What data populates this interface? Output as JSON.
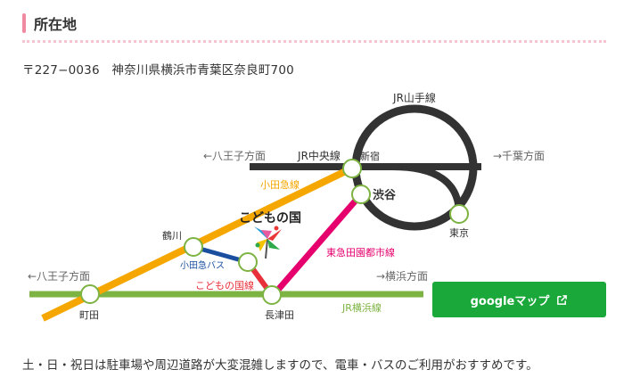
{
  "section": {
    "title": "所在地"
  },
  "address": "〒227−0036　神奈川県横浜市青葉区奈良町700",
  "colors": {
    "accent": "#f08aa0",
    "jr_yamanote": "#333333",
    "jr_chuo": "#333333",
    "odakyu": "#f5a700",
    "tokyu_denentoshi": "#e6006e",
    "jr_yokohama": "#7cb342",
    "odakyu_bus": "#1a4fa0",
    "kodomonokuni_line": "#e8303a",
    "button_bg": "#1aa83a"
  },
  "map": {
    "lines": {
      "jr_yamanote": "JR山手線",
      "jr_chuo": "JR中央線",
      "odakyu": "小田急線",
      "tokyu_denentoshi": "東急田園都市線",
      "jr_yokohama": "JR横浜線",
      "odakyu_bus": "小田急バス",
      "kodomonokuni_line": "こどもの国線"
    },
    "directions": {
      "hachioji_top": "←八王子方面",
      "chiba": "→千葉方面",
      "hachioji_bottom": "←八王子方面",
      "yokohama": "→横浜方面"
    },
    "stations": {
      "shinjuku": "新宿",
      "shibuya": "渋谷",
      "tokyo": "東京",
      "tsurukawa": "鶴川",
      "machida": "町田",
      "nagatsuta": "長津田"
    },
    "destination": "こどもの国"
  },
  "google_button": {
    "label": "googleマップ",
    "icon": "external-link-icon"
  },
  "note": "土・日・祝日は駐車場や周辺道路が大変混雑しますので、電車・バスのご利用がおすすめです。"
}
